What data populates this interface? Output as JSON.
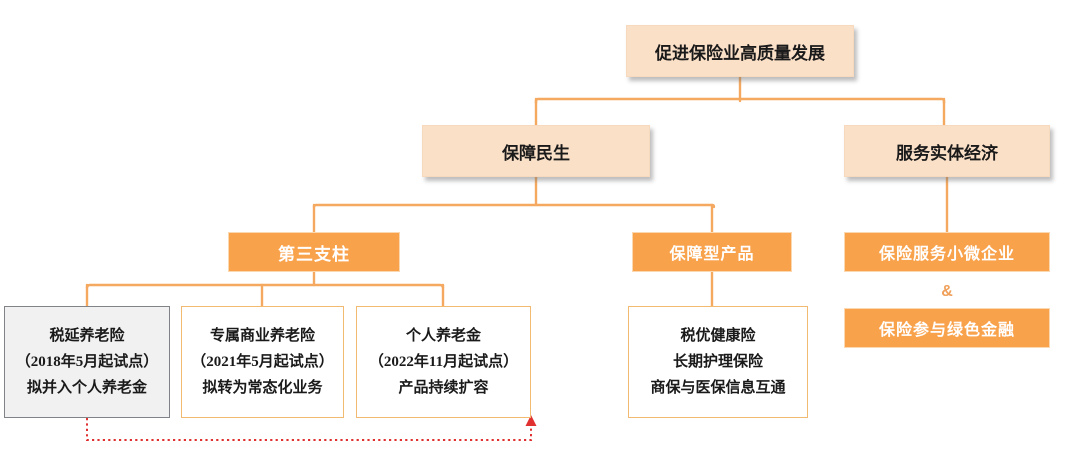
{
  "diagram": {
    "type": "org-tree",
    "colors": {
      "pale_fill": "#fbe0c8",
      "orange_fill": "#f9a24c",
      "connector": "#f5a960",
      "grey_fill": "#f1f1f1",
      "grey_border": "#808387",
      "leaf_border": "#f3ba72",
      "dashed_arrow": "#e03030"
    },
    "root": {
      "label": "促进保险业高质量发展"
    },
    "level2": [
      {
        "label": "保障民生"
      },
      {
        "label": "服务实体经济"
      }
    ],
    "level3": [
      {
        "label": "第三支柱"
      },
      {
        "label": "保障型产品"
      }
    ],
    "right_column": {
      "top": "保险服务小微企业",
      "connector_symbol": "&",
      "bottom": "保险参与绿色金融"
    },
    "leaves": [
      {
        "id": "tax-deferred-pension",
        "style": "grey",
        "lines": [
          "税延养老险",
          "（2018年5月起试点）",
          "拟并入个人养老金"
        ]
      },
      {
        "id": "exclusive-commercial-pension",
        "style": "outline",
        "lines": [
          "专属商业养老险",
          "（2021年5月起试点）",
          "拟转为常态化业务"
        ]
      },
      {
        "id": "personal-pension",
        "style": "outline",
        "lines": [
          "个人养老金",
          "（2022年11月起试点）",
          "产品持续扩容"
        ]
      },
      {
        "id": "protection-products",
        "style": "outline",
        "lines": [
          "税优健康险",
          "长期护理保险",
          "商保与医保信息互通"
        ]
      }
    ],
    "annotation": {
      "arrow": "dashed-red-arrow",
      "from": "税延养老险",
      "to": "个人养老金"
    }
  }
}
